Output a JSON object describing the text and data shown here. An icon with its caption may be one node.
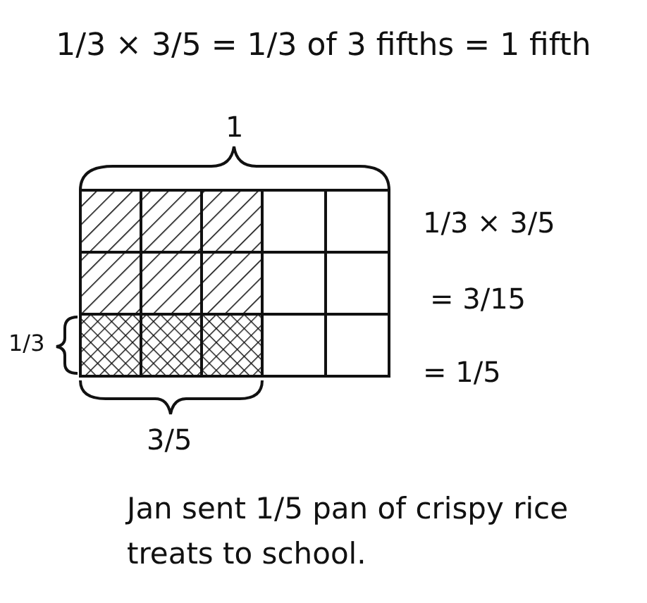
{
  "diagram": {
    "title": "1/3 × 3/5 = 1/3 of 3 fifths = 1 fifth",
    "caption": "Jan sent 1/5 pan of crispy rice treats to school.",
    "labels": [
      "1",
      "1/3 × 3/5",
      "= 3/15",
      "1/3",
      "= 1/5",
      "3/5"
    ]
  }
}
